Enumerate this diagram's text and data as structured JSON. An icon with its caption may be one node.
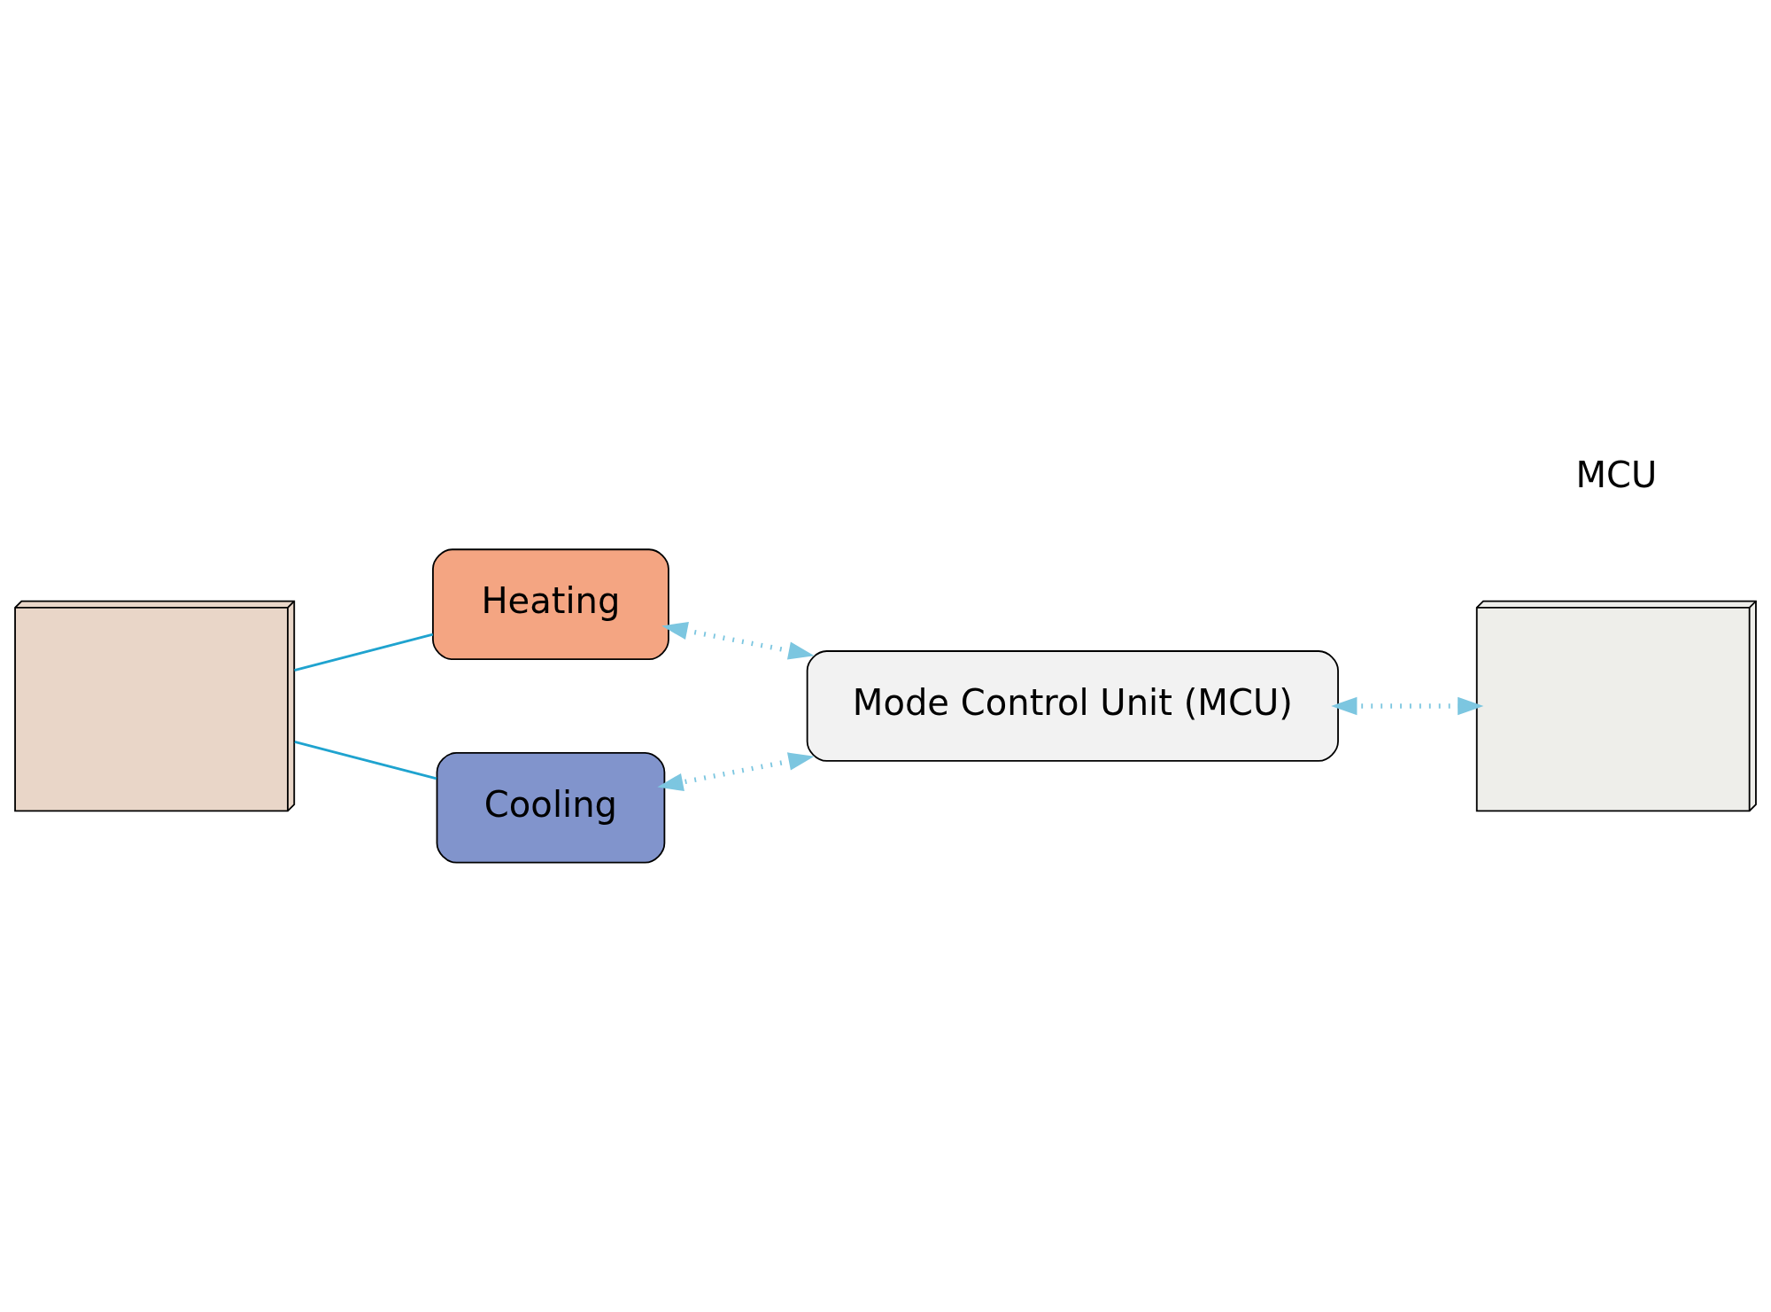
{
  "diagram": {
    "nodes": [
      {
        "text": [
          "Heating"
        ]
      },
      {
        "text": [],
        "shape": "picture"
      },
      {
        "text": [],
        "shape": "picture"
      },
      {
        "text": [
          "Cooling"
        ]
      },
      {
        "text": [
          "Mode Control Unit (MCU)"
        ]
      }
    ],
    "edges": [
      {
        "from": 0,
        "to": 1,
        "arrow": "none",
        "color": "#1fa3cf"
      },
      {
        "from": 3,
        "to": 1,
        "arrow": "none",
        "color": "#1fa3cf"
      },
      {
        "from": 4,
        "to": 0,
        "arrow": "both",
        "style": "dashed"
      },
      {
        "from": 4,
        "to": 3,
        "arrow": "both",
        "style": "dashed"
      },
      {
        "from": 2,
        "to": 4,
        "arrow": "both",
        "style": "dashed"
      }
    ],
    "labels": [
      "MCU"
    ]
  }
}
